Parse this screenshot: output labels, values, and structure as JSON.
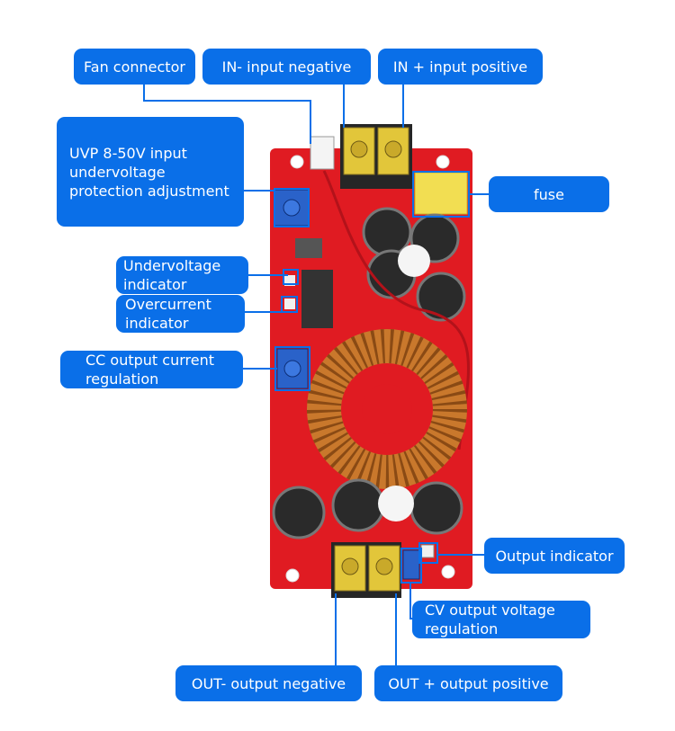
{
  "labels": {
    "fan_connector": "Fan connector",
    "in_negative": "IN- input negative",
    "in_positive": "IN + input positive",
    "uvp": "UVP 8-50V input\nundervoltage\nprotection adjustment",
    "fuse": "fuse",
    "undervoltage_indicator": "Undervoltage\n indicator",
    "overcurrent_indicator": "Overcurrent\nindicator",
    "cc_regulation": "CC output current\nregulation",
    "output_indicator": "Output indicator",
    "cv_regulation": "CV output voltage\nregulation",
    "out_negative": "OUT- output negative",
    "out_positive": "OUT + output positive"
  },
  "colors": {
    "callout": "#0a6fe8",
    "leader_line": "#0a6fe8",
    "board": "#e01b22",
    "terminal": "#e2c63a",
    "fuse": "#f2de52"
  }
}
